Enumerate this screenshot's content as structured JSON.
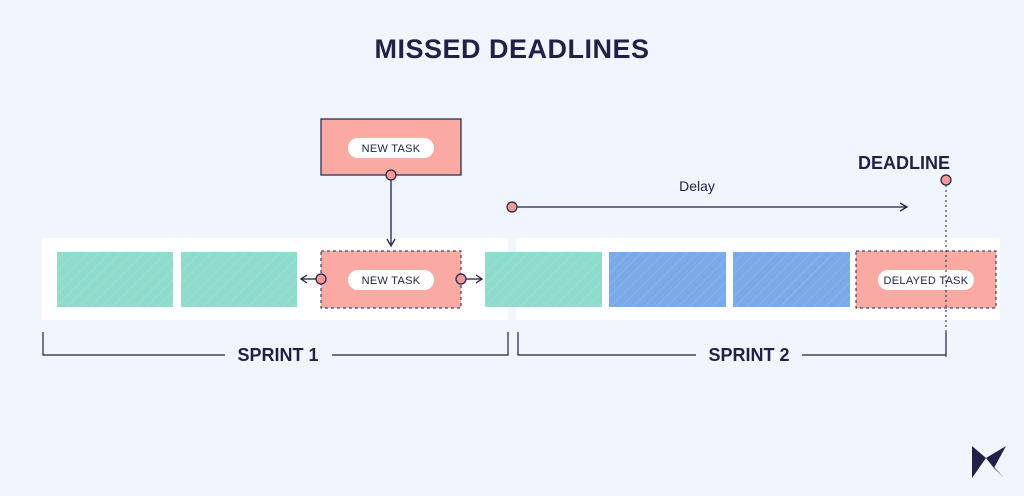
{
  "title": "MISSED DEADLINES",
  "new_task_top_label": "NEW TASK",
  "new_task_inline_label": "NEW TASK",
  "delayed_task_label": "DELAYED TASK",
  "delay_label": "Delay",
  "deadline_label": "DEADLINE",
  "sprint1_label": "SPRINT 1",
  "sprint2_label": "SPRINT 2",
  "colors": {
    "background": "#f1f6fd",
    "navy": "#1f2147",
    "green_task": "#8fdccd",
    "blue_task": "#7aabe8",
    "red_task": "#f8aaa3",
    "marker": "#f49a96"
  },
  "logo_icon": "kanban-k-logo-icon"
}
